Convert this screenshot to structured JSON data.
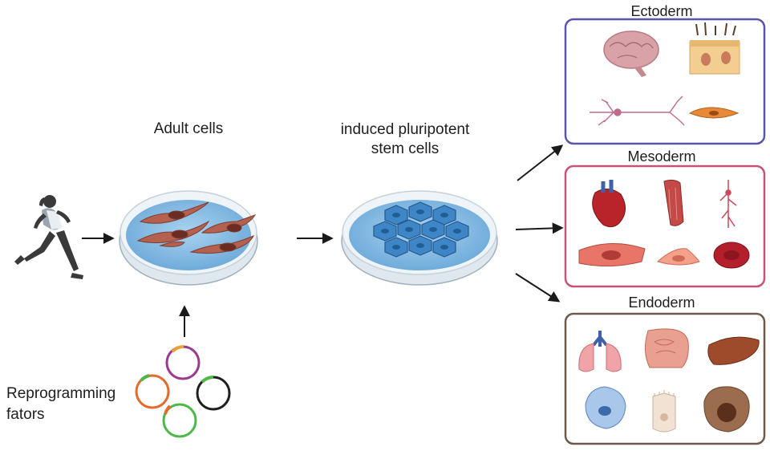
{
  "labels": {
    "adult_cells": "Adult cells",
    "ipsc_line1": "induced pluripotent",
    "ipsc_line2": "stem cells",
    "reprogramming_line1": "Reprogramming",
    "reprogramming_line2": "fators"
  },
  "germ_layers": [
    {
      "name": "Ectoderm",
      "color": "#5b55a8",
      "icons": [
        "brain-icon",
        "skin-icon",
        "neuron-icon",
        "pigment-cell-icon"
      ]
    },
    {
      "name": "Mesoderm",
      "color": "#c6527a",
      "icons": [
        "heart-icon",
        "muscle-icon",
        "blood-vessel-icon",
        "smooth-muscle-cell-icon",
        "fibroblast-icon",
        "red-blood-cell-icon"
      ]
    },
    {
      "name": "Endoderm",
      "color": "#6e5a4c",
      "icons": [
        "lungs-icon",
        "intestine-icon",
        "liver-icon",
        "pancreatic-cell-icon",
        "epithelial-cell-icon",
        "hepatocyte-icon"
      ]
    }
  ],
  "plasmid_colors": [
    "#9b3b8e",
    "#e56a2c",
    "#1f1f1f",
    "#4db848"
  ],
  "colors": {
    "dish_medium": "#7fb6e0",
    "adult_cell": "#b5614f",
    "stem_cell": "#3f86c6",
    "arrow": "#1a1a1a"
  }
}
